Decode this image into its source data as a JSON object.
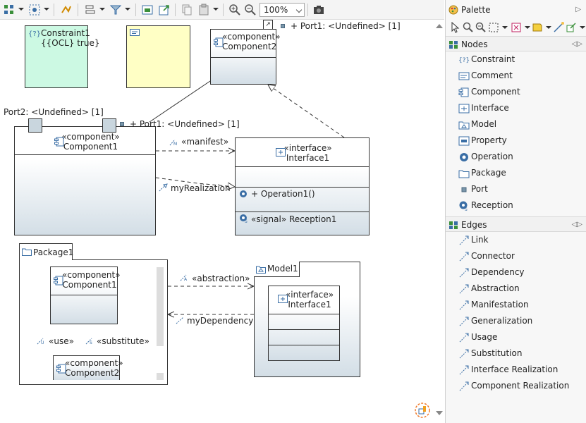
{
  "toolbar": {
    "zoom_value": "100%"
  },
  "diagram": {
    "constraint1": {
      "name": "Constraint1",
      "body": "{{OCL} true}"
    },
    "component2": {
      "stereotype": "«component»",
      "name": "Component2"
    },
    "port1_top": "+ Port1: <Undefined> [1]",
    "port2": "Port2: <Undefined> [1]",
    "port1_mid": "+ Port1: <Undefined> [1]",
    "component1": {
      "stereotype": "«component»",
      "name": "Component1"
    },
    "manifest_label": "«manifest»",
    "realization_label": "myRealization",
    "interface1": {
      "stereotype": "«interface»",
      "name": "Interface1",
      "operation": "+ Operation1()",
      "reception": "«signal» Reception1"
    },
    "package1": {
      "name": "Package1",
      "inner_component1": {
        "stereotype": "«component»",
        "name": "Component1"
      },
      "inner_component2": {
        "stereotype": "«component»",
        "name": "Component2"
      },
      "use_label": "«use»",
      "substitute_label": "«substitute»"
    },
    "abstraction_label": "«abstraction»",
    "dependency_label": "myDependency",
    "model1": {
      "name": "Model1",
      "inner_interface": {
        "stereotype": "«interface»",
        "name": "Interface1"
      }
    }
  },
  "palette": {
    "title": "Palette",
    "nodes_header": "Nodes",
    "nodes": [
      "Constraint",
      "Comment",
      "Component",
      "Interface",
      "Model",
      "Property",
      "Operation",
      "Package",
      "Port",
      "Reception"
    ],
    "edges_header": "Edges",
    "edges": [
      "Link",
      "Connector",
      "Dependency",
      "Abstraction",
      "Manifestation",
      "Generalization",
      "Usage",
      "Substitution",
      "Interface Realization",
      "Component Realization"
    ]
  },
  "colors": {
    "constraint_fill": "#ccf9e3",
    "comment_fill": "#ffffc5",
    "node_gradient_end": "#d3dee6",
    "accent_icon": "#3a6ea5"
  }
}
